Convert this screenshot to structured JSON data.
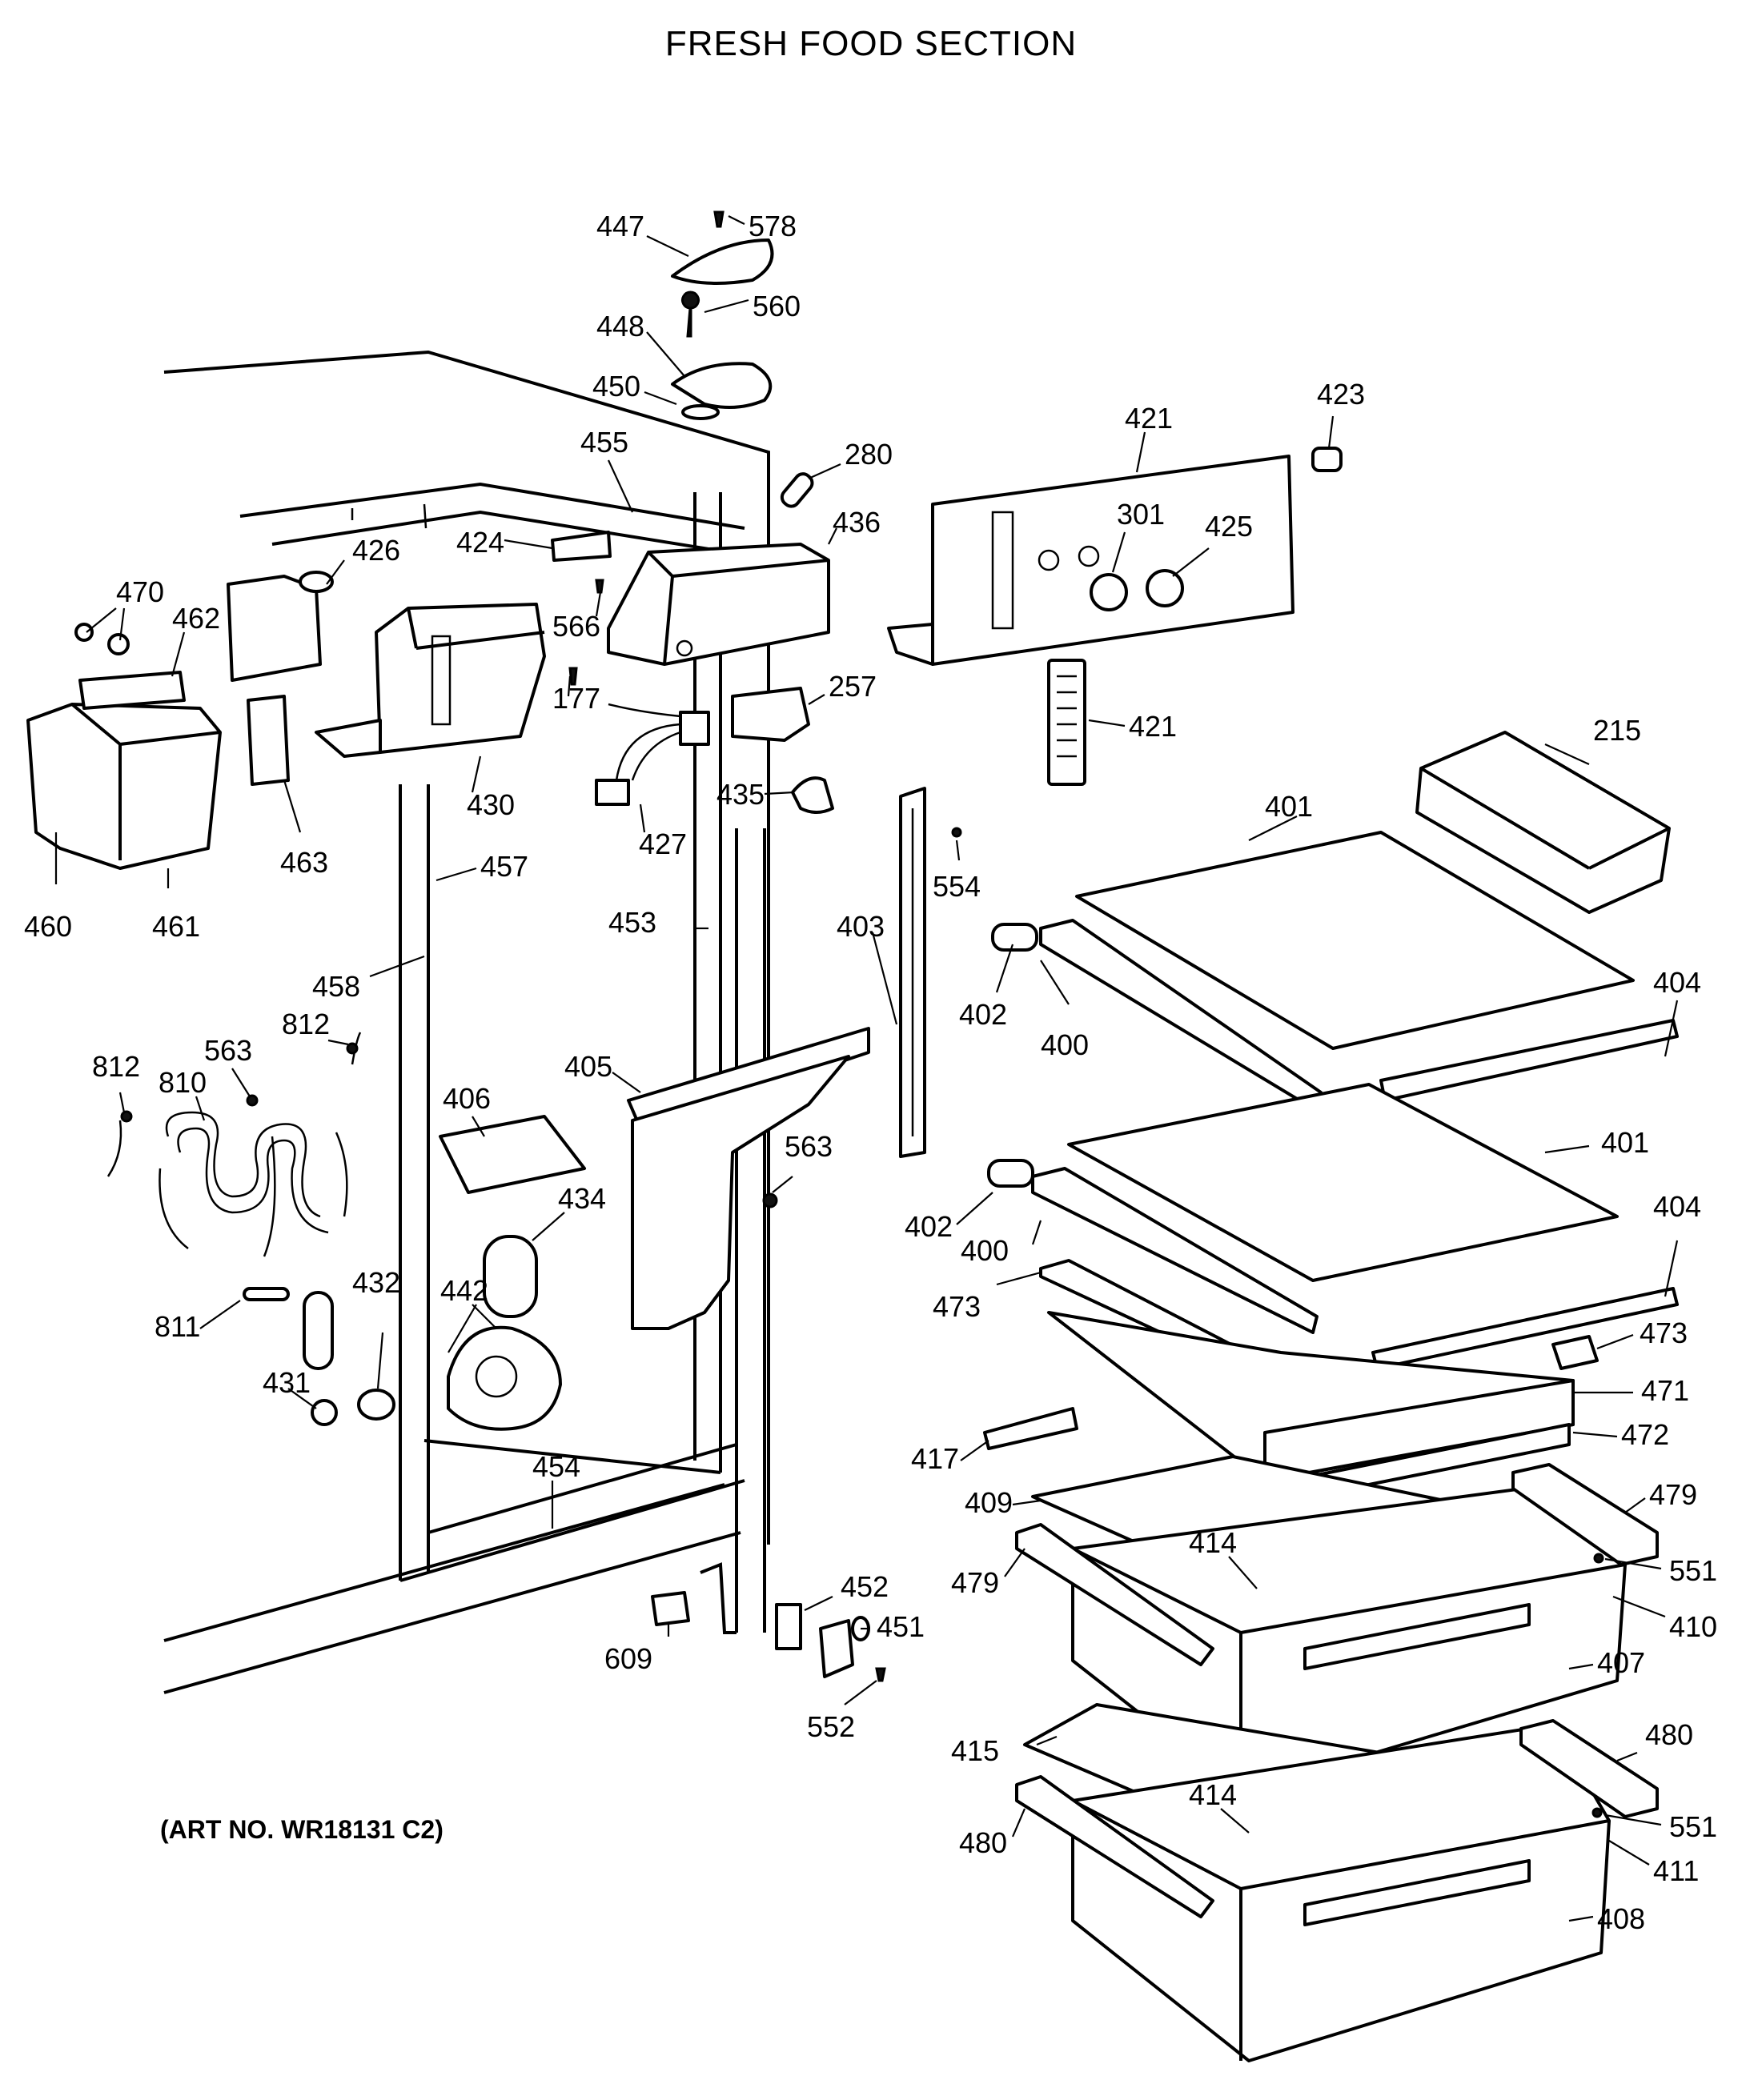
{
  "title": "FRESH FOOD SECTION",
  "art_number": "(ART NO. WR18131 C2)",
  "callouts": {
    "c447": "447",
    "c578": "578",
    "c448": "448",
    "c560": "560",
    "c450": "450",
    "c455": "455",
    "c280": "280",
    "c421a": "421",
    "c423": "423",
    "c436": "436",
    "c424": "424",
    "c426": "426",
    "c301": "301",
    "c425": "425",
    "c470": "470",
    "c462": "462",
    "c566": "566",
    "c257": "257",
    "c177": "177",
    "c421b": "421",
    "c215": "215",
    "c430": "430",
    "c427": "427",
    "c435": "435",
    "c463": "463",
    "c457": "457",
    "c554": "554",
    "c401a": "401",
    "c460": "460",
    "c461": "461",
    "c453": "453",
    "c403": "403",
    "c458": "458",
    "c402a": "402",
    "c404a": "404",
    "c812a": "812",
    "c563a": "563",
    "c400a": "400",
    "c812b": "812",
    "c810": "810",
    "c406": "406",
    "c405": "405",
    "c401b": "401",
    "c563b": "563",
    "c434": "434",
    "c402b": "402",
    "c404b": "404",
    "c400b": "400",
    "c432": "432",
    "c442": "442",
    "c473a": "473",
    "c811": "811",
    "c473b": "473",
    "c431": "431",
    "c471": "471",
    "c472": "472",
    "c417": "417",
    "c454": "454",
    "c479a": "479",
    "c409": "409",
    "c414a": "414",
    "c479b": "479",
    "c551a": "551",
    "c452": "452",
    "c451": "451",
    "c410": "410",
    "c609": "609",
    "c407": "407",
    "c552": "552",
    "c480a": "480",
    "c415": "415",
    "c414b": "414",
    "c551b": "551",
    "c480b": "480",
    "c411": "411",
    "c408": "408"
  }
}
